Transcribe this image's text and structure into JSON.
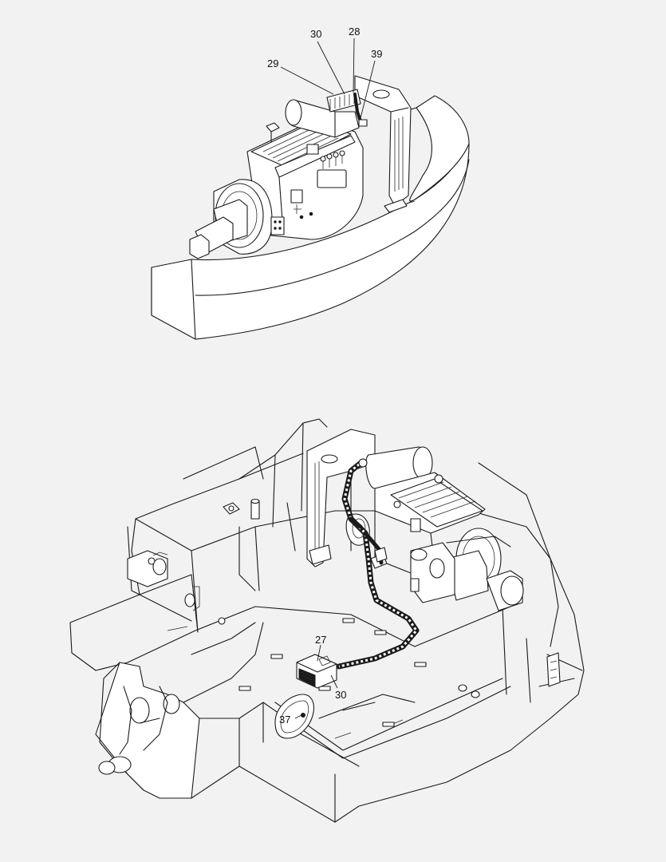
{
  "callouts": {
    "top": [
      "30",
      "28",
      "39",
      "29"
    ],
    "bottom": [
      "27",
      "30",
      "37"
    ]
  }
}
